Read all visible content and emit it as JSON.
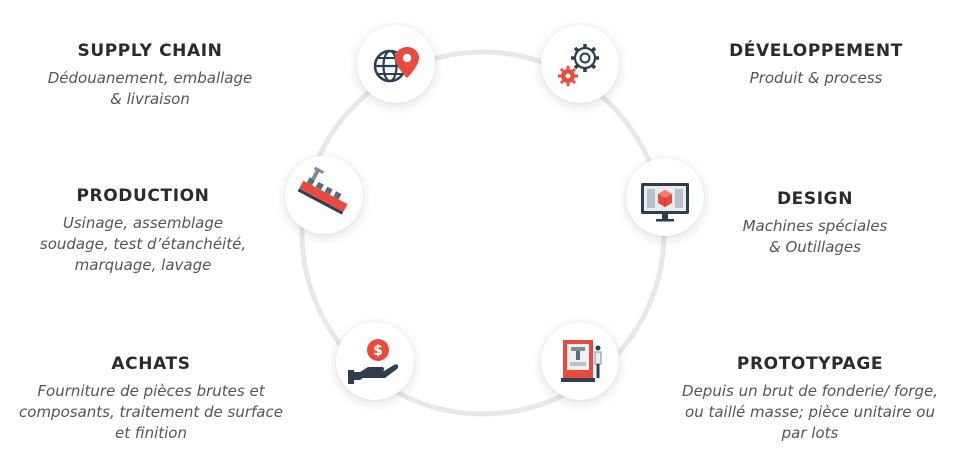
{
  "steps": {
    "supply": {
      "title": "SUPPLY CHAIN",
      "desc": "Dédouanement, emballage\n& livraison",
      "icon": "globe-pin-icon"
    },
    "production": {
      "title": "PRODUCTION",
      "desc": "Usinage, assemblage\nsoudage, test d’étanchéité,\nmarquage, lavage",
      "icon": "conveyor-icon"
    },
    "achats": {
      "title": "ACHATS",
      "desc": "Fourniture de pièces brutes et\ncomposants, traitement de surface\net finition",
      "icon": "hand-coin-icon"
    },
    "developpement": {
      "title": "DÉVELOPPEMENT",
      "desc": "Produit & process",
      "icon": "gears-icon"
    },
    "design": {
      "title": "DESIGN",
      "desc": "Machines spéciales\n& Outillages",
      "icon": "monitor-cube-icon"
    },
    "prototypage": {
      "title": "PROTOTYPAGE",
      "desc": "Depuis un brut de fonderie/ forge,\nou taillé masse; pièce unitaire ou\npar lots",
      "icon": "cnc-machine-icon"
    }
  },
  "colors": {
    "accent": "#e84b3c",
    "dark": "#2d3e50",
    "ring": "#e9e9e9"
  }
}
